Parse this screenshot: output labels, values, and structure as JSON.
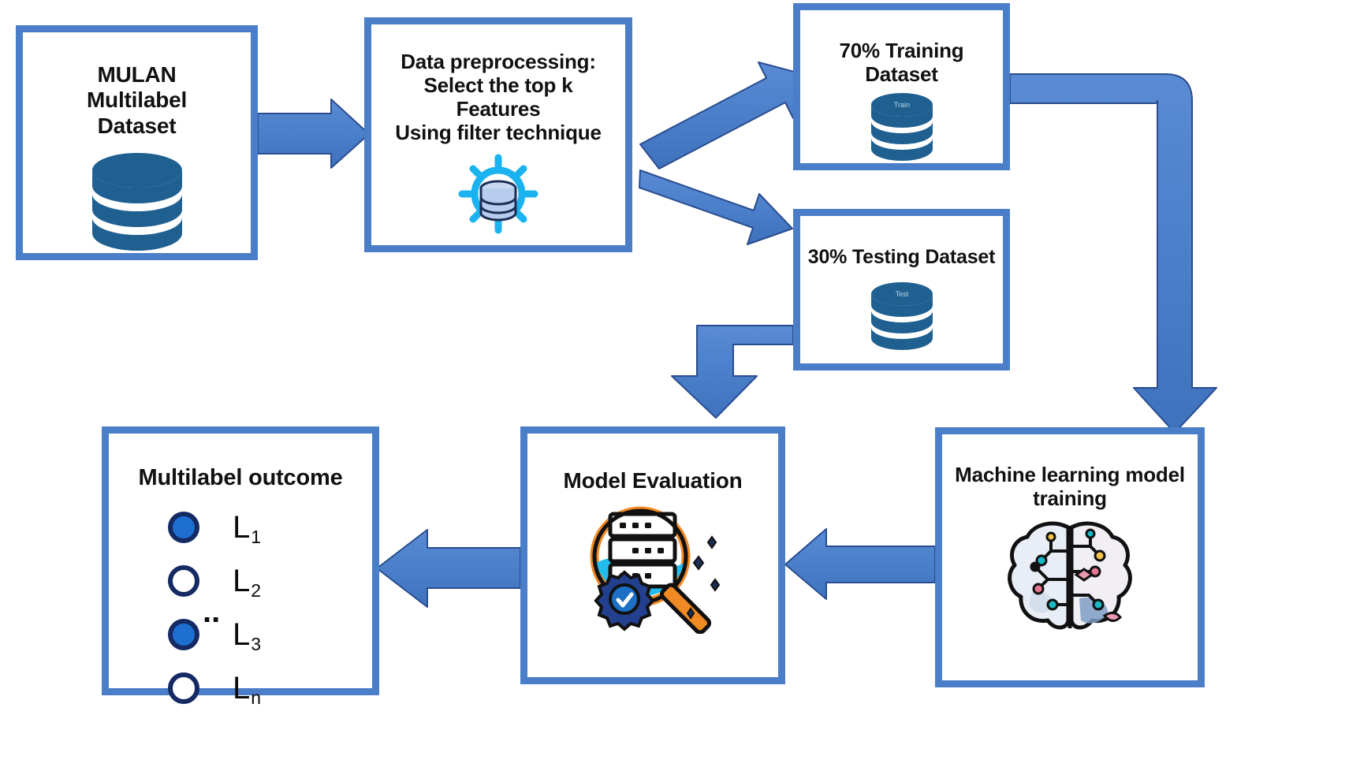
{
  "diagram": {
    "title": "Multilabel classification experimental workflow",
    "accent_border": "#4a7ec9",
    "arrow_fill": "#4a7ec9",
    "arrow_stroke": "#2a4d8f",
    "db_color": "#1f6091",
    "text_color": "#111111"
  },
  "nodes": {
    "dataset": {
      "title": "MULAN\nMultilabel\nDataset",
      "icon": "database-icon"
    },
    "preprocessing": {
      "title": "Data preprocessing:\nSelect the top k\nFeatures\nUsing filter technique",
      "icon": "gear-database-icon"
    },
    "training_set": {
      "title": "70% Training\nDataset",
      "icon": "database-icon",
      "db_label": "Train"
    },
    "testing_set": {
      "title": "30% Testing Dataset",
      "icon": "database-icon",
      "db_label": "Test"
    },
    "ml_training": {
      "title": "Machine learning model\ntraining",
      "icon": "brain-ai-icon"
    },
    "model_evaluation": {
      "title": "Model Evaluation",
      "icon": "magnifier-server-check-icon"
    },
    "outcome": {
      "title": "Multilabel outcome",
      "ellipsis": "..",
      "labels": [
        {
          "text": "L",
          "sub": "1",
          "state": "filled"
        },
        {
          "text": "L",
          "sub": "2",
          "state": "empty"
        },
        {
          "text": "L",
          "sub": "3",
          "state": "filled"
        },
        {
          "text": "L",
          "sub": "n",
          "state": "empty"
        }
      ]
    }
  },
  "connectors": [
    {
      "name": "dataset-to-preprocessing",
      "from": "dataset",
      "to": "preprocessing",
      "shape": "straight-right"
    },
    {
      "name": "preprocessing-to-training",
      "from": "preprocessing",
      "to": "training_set",
      "shape": "diagonal-up-right"
    },
    {
      "name": "preprocessing-to-testing",
      "from": "preprocessing",
      "to": "testing_set",
      "shape": "diagonal-down-right"
    },
    {
      "name": "training-to-ml-training",
      "from": "training_set",
      "to": "ml_training",
      "shape": "elbow-right-down"
    },
    {
      "name": "testing-to-evaluation",
      "from": "testing_set",
      "to": "model_evaluation",
      "shape": "elbow-left-down"
    },
    {
      "name": "ml-training-to-evaluation",
      "from": "ml_training",
      "to": "model_evaluation",
      "shape": "straight-left"
    },
    {
      "name": "evaluation-to-outcome",
      "from": "model_evaluation",
      "to": "outcome",
      "shape": "straight-left"
    }
  ]
}
